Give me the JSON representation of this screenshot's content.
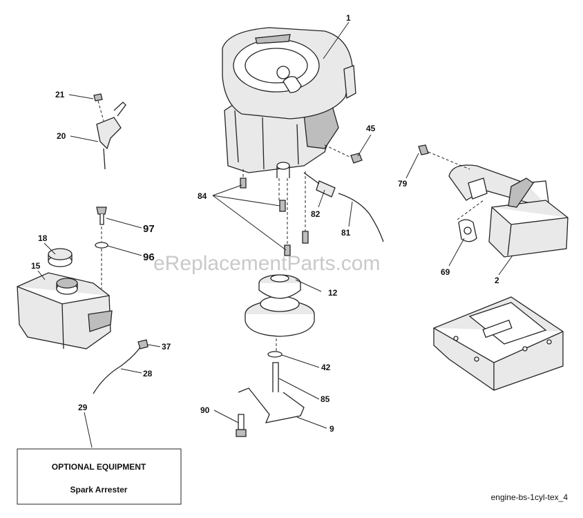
{
  "labels": {
    "p1": "1",
    "p2": "2",
    "p9": "9",
    "p12": "12",
    "p15": "15",
    "p18": "18",
    "p20": "20",
    "p21": "21",
    "p28": "28",
    "p29": "29",
    "p37": "37",
    "p42": "42",
    "p45": "45",
    "p69": "69",
    "p79": "79",
    "p81": "81",
    "p82": "82",
    "p84": "84",
    "p85": "85",
    "p90": "90",
    "p96": "96",
    "p97": "97"
  },
  "optional_box": {
    "title": "OPTIONAL EQUIPMENT",
    "item": "Spark Arrester"
  },
  "watermark": "eReplacementParts.com",
  "diagram_ref": "engine-bs-1cyl-tex_4"
}
